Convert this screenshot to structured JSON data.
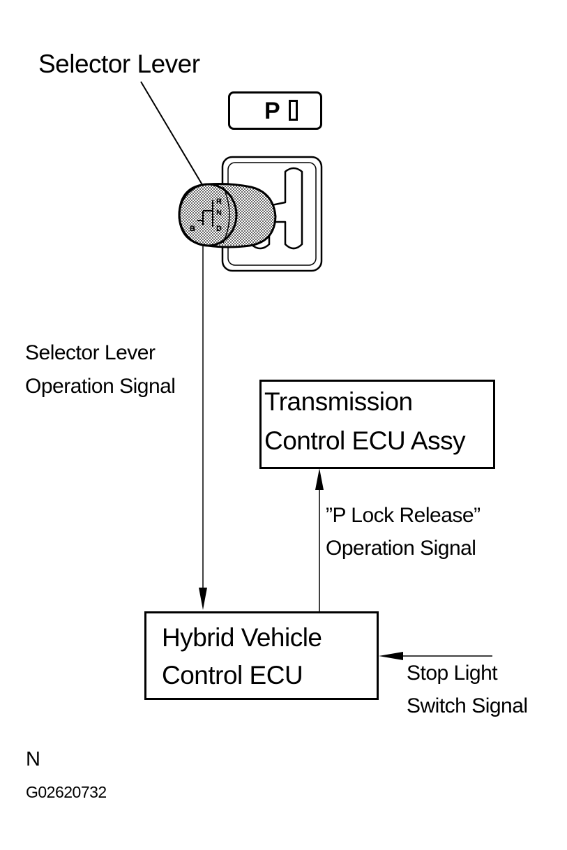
{
  "labels": {
    "selector_lever": "Selector Lever",
    "selector_signal_line1": "Selector Lever",
    "selector_signal_line2": "Operation Signal",
    "p_lock_line1": "”P Lock Release”",
    "p_lock_line2": "Operation Signal",
    "stop_light_line1": "Stop Light",
    "stop_light_line2": "Switch Signal",
    "corner_n": "N",
    "figure_code": "G02620732"
  },
  "indicator": {
    "shift_position": "P"
  },
  "knob_letters": {
    "r": "R",
    "n": "N",
    "d": "D",
    "b": "B"
  },
  "boxes": {
    "transmission_ecu": {
      "line1": "Transmission",
      "line2": "Control ECU Assy"
    },
    "hybrid_ecu": {
      "line1": "Hybrid Vehicle",
      "line2": "Control ECU"
    }
  }
}
